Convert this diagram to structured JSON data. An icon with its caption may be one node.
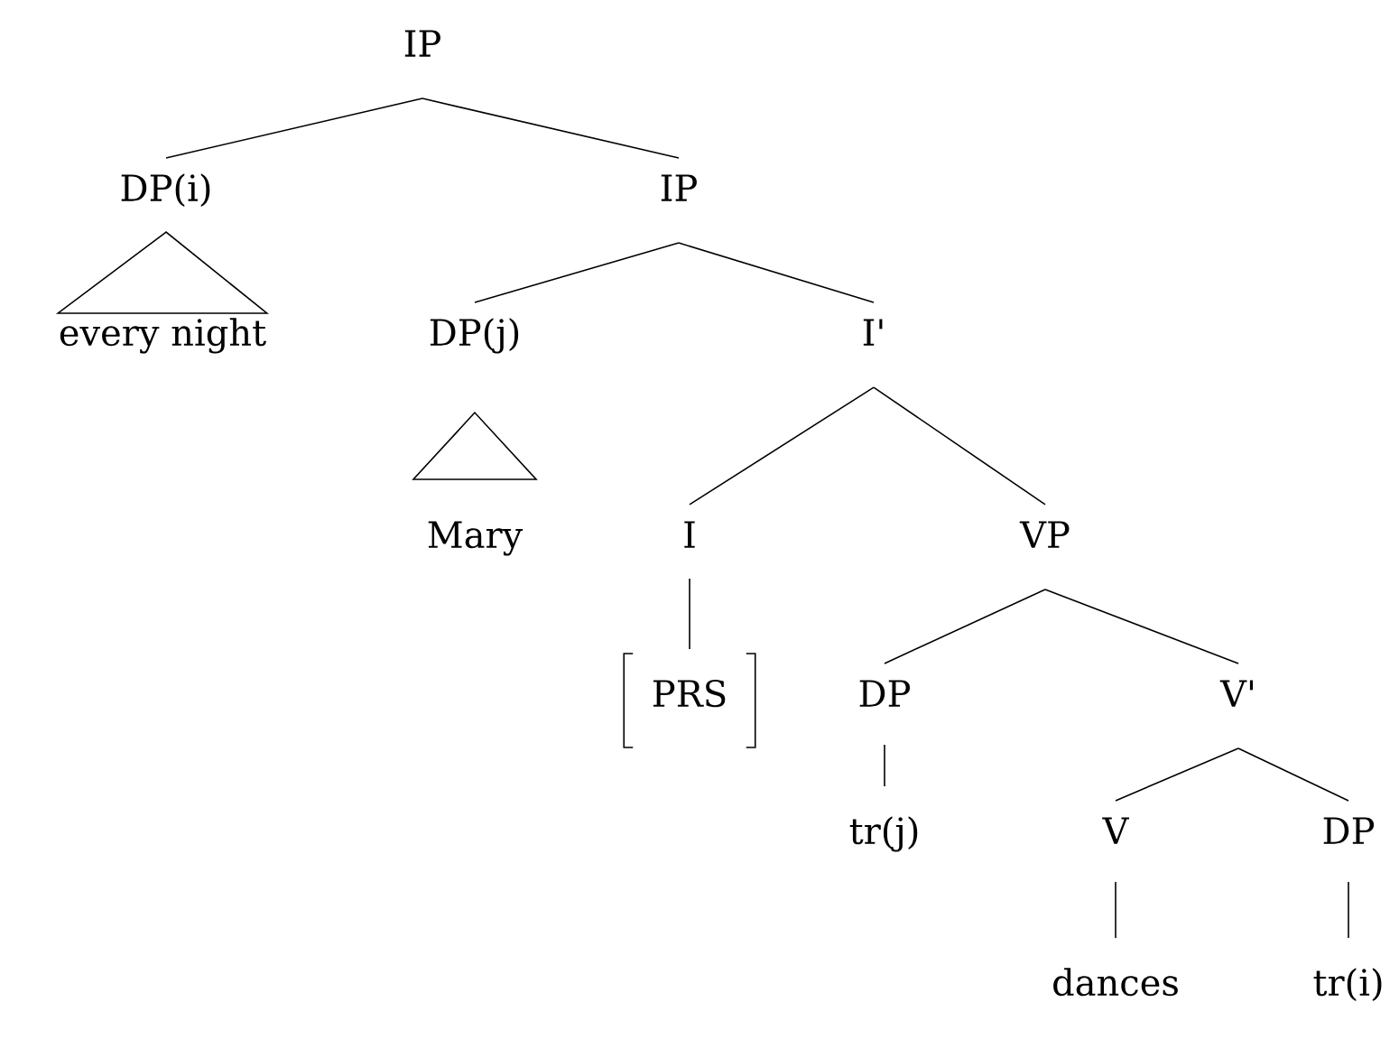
{
  "diagram": {
    "nodes": [
      {
        "text": [
          "IP"
        ]
      },
      {
        "text": [
          "DP(i)"
        ]
      },
      {
        "text": [
          "IP"
        ]
      },
      {
        "text": [
          "every  night"
        ]
      },
      {
        "text": [
          "DP(j)"
        ]
      },
      {
        "text": [
          "I'"
        ]
      },
      {
        "text": [
          "Mary"
        ]
      },
      {
        "text": [
          "I"
        ]
      },
      {
        "text": [
          "VP"
        ]
      },
      {
        "text": [
          "PRS"
        ]
      },
      {
        "text": [
          "DP"
        ]
      },
      {
        "text": [
          "V'"
        ]
      },
      {
        "text": [
          "tr(j)"
        ]
      },
      {
        "text": [
          "V"
        ]
      },
      {
        "text": [
          "DP"
        ]
      },
      {
        "text": [
          "dances"
        ]
      },
      {
        "text": [
          "tr(i)"
        ]
      }
    ],
    "edges": [
      {
        "from": 0,
        "to": 1,
        "arrow": "none"
      },
      {
        "from": 0,
        "to": 2,
        "arrow": "none"
      },
      {
        "from": 1,
        "to": 3,
        "arrow": "none"
      },
      {
        "from": 2,
        "to": 4,
        "arrow": "none"
      },
      {
        "from": 2,
        "to": 5,
        "arrow": "none"
      },
      {
        "from": 4,
        "to": 6,
        "arrow": "none"
      },
      {
        "from": 5,
        "to": 7,
        "arrow": "none"
      },
      {
        "from": 5,
        "to": 8,
        "arrow": "none"
      },
      {
        "from": 7,
        "to": 9,
        "arrow": "none"
      },
      {
        "from": 8,
        "to": 10,
        "arrow": "none"
      },
      {
        "from": 8,
        "to": 11,
        "arrow": "none"
      },
      {
        "from": 10,
        "to": 12,
        "arrow": "none"
      },
      {
        "from": 11,
        "to": 13,
        "arrow": "none"
      },
      {
        "from": 11,
        "to": 14,
        "arrow": "none"
      },
      {
        "from": 13,
        "to": 15,
        "arrow": "none"
      },
      {
        "from": 14,
        "to": 16,
        "arrow": "none"
      }
    ]
  }
}
